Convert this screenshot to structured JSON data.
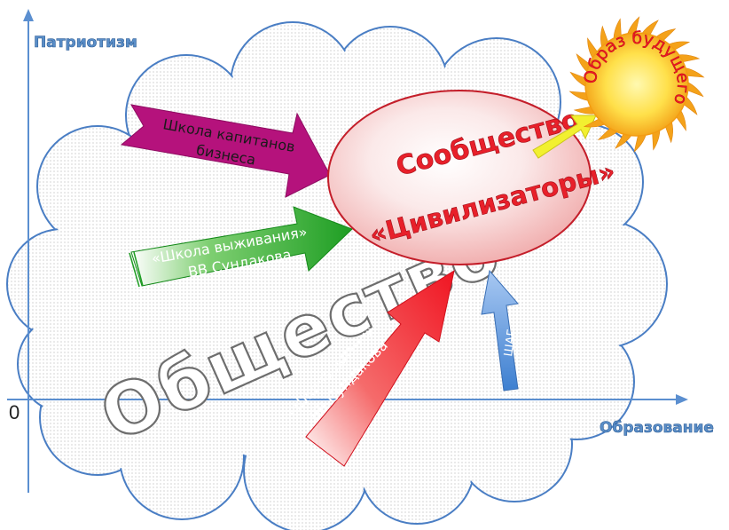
{
  "axes": {
    "y_label": "Патриотизм",
    "x_label": "Образование",
    "origin": "0"
  },
  "society_label": "Общество",
  "community": {
    "line1": "Сообщество",
    "line2": "«Цивилизаторы»"
  },
  "sun_text": "Образ будущего",
  "arrows": {
    "business_school": {
      "line1": "Школа капитанов",
      "line2": "бизнеса"
    },
    "survival_school": {
      "line1": "«Школа выживания»",
      "line2": "ВВ Сундакова"
    },
    "life_school": {
      "line1": "«Школа жизни»",
      "line2": "ВВ Сундакова"
    },
    "step": {
      "label": "ШАГ"
    }
  },
  "colors": {
    "axis": "#5b8fd0",
    "cloud_stroke": "#4a7ec4",
    "ellipse_fill": "#ee3b3b",
    "ellipse_stroke": "#c41e2a",
    "magenta_arrow": "#b5127c",
    "green_arrow": "#1e9e23",
    "red_arrow": "#f01522",
    "blue_arrow": "#4f8fd8",
    "yellow_arrow": "#f2f030",
    "sun": "#f7b51a"
  }
}
